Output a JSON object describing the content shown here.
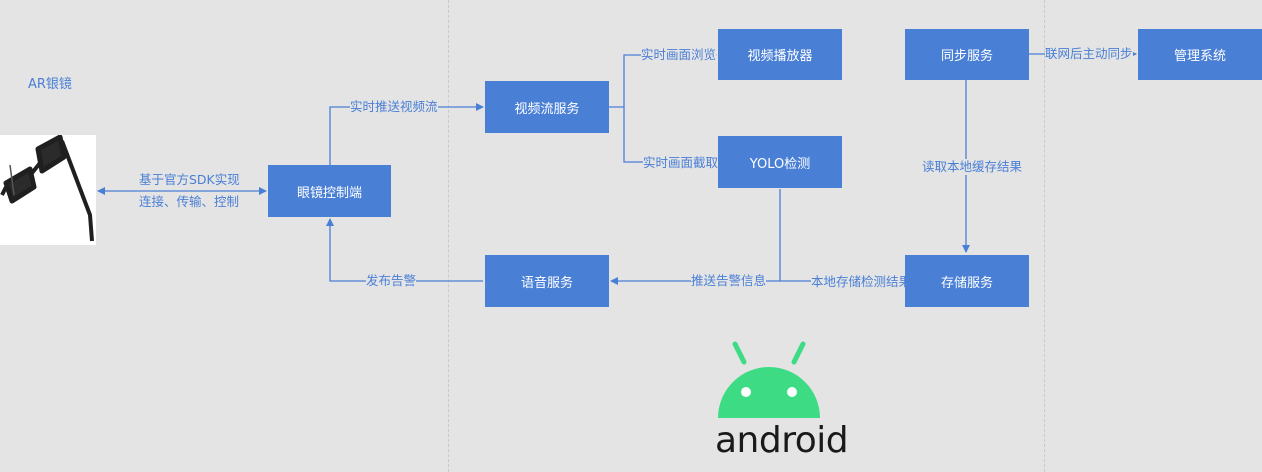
{
  "colors": {
    "node_fill": "#4a7fd6",
    "arrow": "#4a7fd6",
    "android_green": "#3ddc84",
    "background": "#e4e4e4"
  },
  "device": {
    "title": "AR银镜",
    "image_icon": "ar-glasses"
  },
  "nodes": {
    "glasses_control": "眼镜控制端",
    "video_stream_service": "视频流服务",
    "video_player": "视频播放器",
    "yolo_detect": "YOLO检测",
    "voice_service": "语音服务",
    "sync_service": "同步服务",
    "storage_service": "存储服务",
    "management_system": "管理系统"
  },
  "edge_labels": {
    "sdk_line1": "基于官方SDK实现",
    "sdk_line2": "连接、传输、控制",
    "push_stream": "实时推送视频流",
    "realtime_view": "实时画面浏览",
    "realtime_capture": "实时画面截取",
    "read_local_cache": "读取本地缓存结果",
    "online_sync": "联网后主动同步",
    "push_alert": "推送告警信息",
    "local_store_result": "本地存储检测结果",
    "publish_alert": "发布告警"
  },
  "platform": {
    "logo": "android-icon",
    "wordmark": "android"
  }
}
